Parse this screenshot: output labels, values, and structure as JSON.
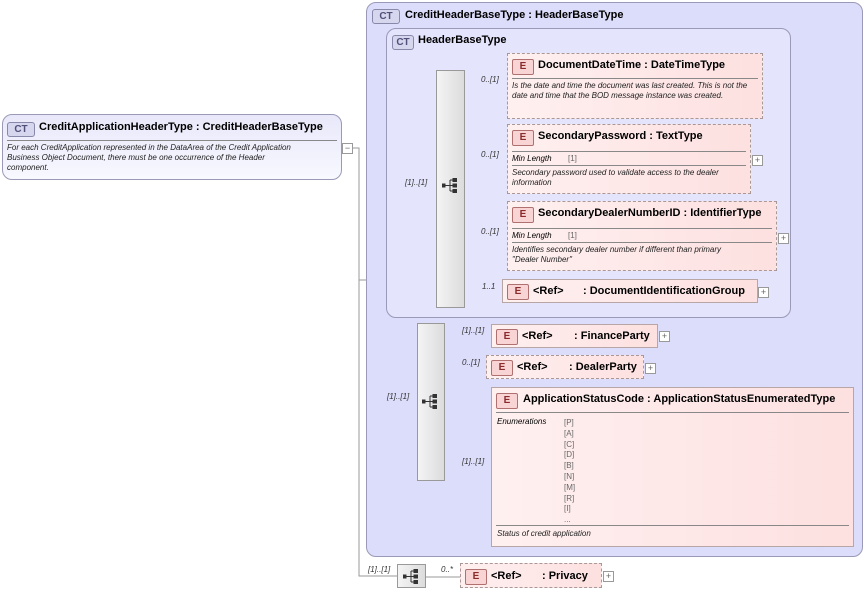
{
  "root": {
    "badge": "CT",
    "title": "CreditApplicationHeaderType : CreditHeaderBaseType",
    "doc": "For each CreditApplication represented in the DataArea of the Credit Application Business Object Document, there must be one occurrence of the Header component."
  },
  "credit_header_base": {
    "badge": "CT",
    "title": "CreditHeaderBaseType : HeaderBaseType"
  },
  "header_base": {
    "badge": "CT",
    "title": "HeaderBaseType"
  },
  "elements": {
    "document_datetime": {
      "badge": "E",
      "title": "DocumentDateTime : DateTimeType",
      "cardinality": "0..[1]",
      "doc": "Is the date and time the document was last created. This is not the date and time that the BOD message instance was created."
    },
    "secondary_password": {
      "badge": "E",
      "title": "SecondaryPassword : TextType",
      "cardinality": "0..[1]",
      "facet_label": "Min Length",
      "facet_value": "[1]",
      "doc": "Secondary password used to validate access to the dealer information"
    },
    "secondary_dealer": {
      "badge": "E",
      "title": "SecondaryDealerNumberID : IdentifierType",
      "cardinality": "0..[1]",
      "facet_label": "Min Length",
      "facet_value": "[1]",
      "doc": "Identifies secondary dealer number if different than primary \"Dealer Number\""
    },
    "doc_id_group": {
      "badge": "E",
      "ref": "<Ref>",
      "name": ": DocumentIdentificationGroup",
      "cardinality": "1..1"
    },
    "finance_party": {
      "badge": "E",
      "ref": "<Ref>",
      "name": ": FinanceParty",
      "cardinality": "[1]..[1]"
    },
    "dealer_party": {
      "badge": "E",
      "ref": "<Ref>",
      "name": ": DealerParty",
      "cardinality": "0..[1]"
    },
    "app_status": {
      "badge": "E",
      "title": "ApplicationStatusCode : ApplicationStatusEnumeratedType",
      "cardinality": "[1]..[1]",
      "enum_label": "Enumerations",
      "enum_values": [
        "[P]",
        "[A]",
        "[C]",
        "[D]",
        "[B]",
        "[N]",
        "[M]",
        "[R]",
        "[I]",
        "..."
      ],
      "doc": "Status of credit application"
    },
    "privacy": {
      "badge": "E",
      "ref": "<Ref>",
      "name": ": Privacy",
      "cardinality": "0..*"
    }
  },
  "sequences": {
    "seq1_cardinality": "[1]..[1]",
    "seq2_cardinality": "[1]..[1]",
    "seq3_cardinality": "[1]..[1]"
  },
  "controls": {
    "collapse": "−",
    "expand": "+"
  },
  "colors": {
    "ct_fill": "#dcdcfb",
    "ct_inner_fill": "#e4e4fc",
    "element_fill": "#fde4e4",
    "element_border": "#b07070",
    "line": "#999999"
  }
}
